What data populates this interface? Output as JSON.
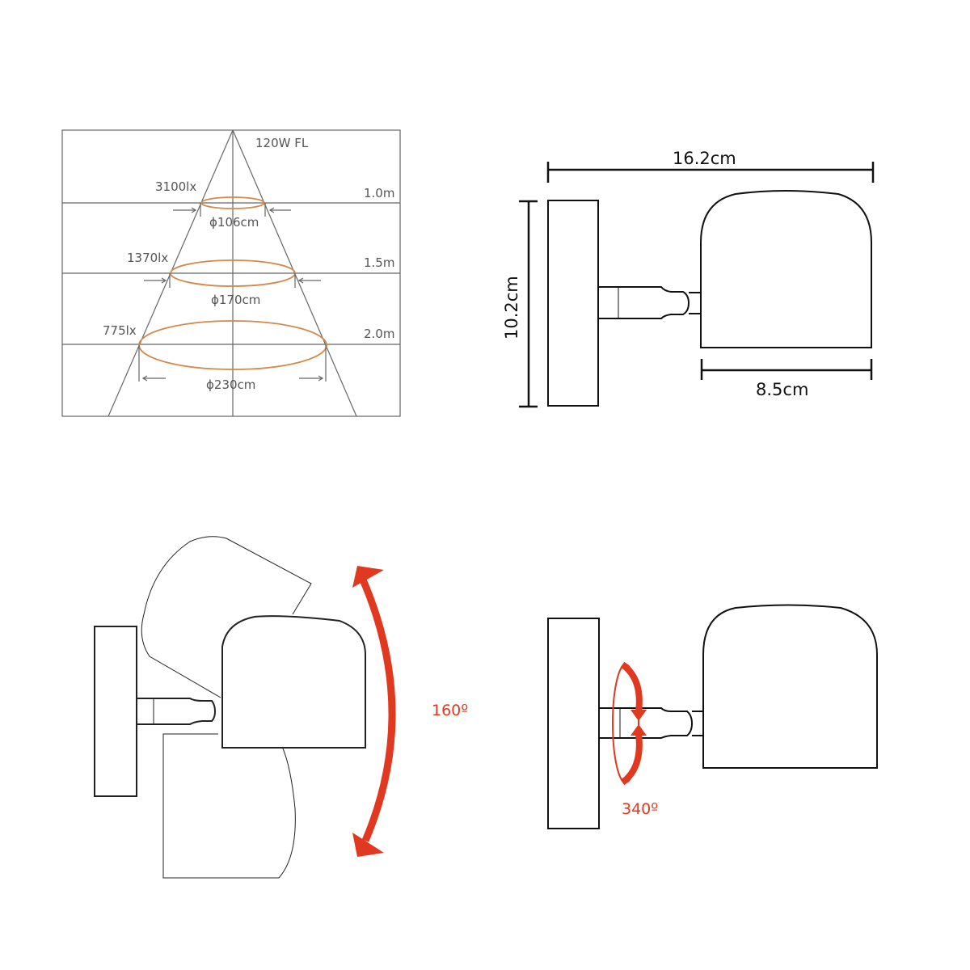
{
  "beam_chart": {
    "source": "120W FL",
    "levels": [
      {
        "distance": "1.0m",
        "lux": "3100lx",
        "diameter": "ϕ106cm"
      },
      {
        "distance": "1.5m",
        "lux": "1370lx",
        "diameter": "ϕ170cm"
      },
      {
        "distance": "2.0m",
        "lux": "775lx",
        "diameter": "ϕ230cm"
      }
    ],
    "colors": {
      "ring": "#d4884a",
      "line": "#666666"
    }
  },
  "dimensions": {
    "total_width": "16.2cm",
    "height": "10.2cm",
    "head_width": "8.5cm"
  },
  "tilt": {
    "angle": "160º",
    "color": "#e0391f"
  },
  "rotation": {
    "angle": "340º",
    "color": "#e0391f"
  }
}
